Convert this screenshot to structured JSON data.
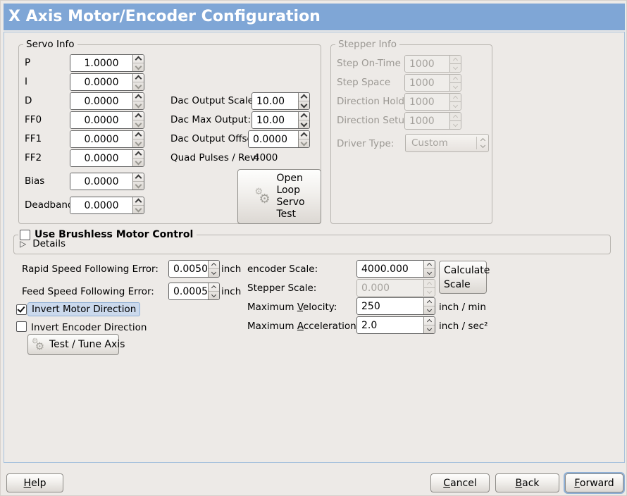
{
  "colors": {
    "titlebar": "#7fa6d6",
    "content_border": "#a6c1dd",
    "window_bg": "#edeae7",
    "focus_highlight_bg": "#cbd9ec",
    "focus_highlight_border": "#8fb0d4",
    "disabled_text": "#9b9893"
  },
  "window": {
    "title": "X Axis Motor/Encoder Configuration"
  },
  "servo": {
    "legend": "Servo Info",
    "rows": [
      {
        "label": "P",
        "value": "1.0000"
      },
      {
        "label": "I",
        "value": "0.0000"
      },
      {
        "label": "D",
        "value": "0.0000"
      },
      {
        "label": "FF0",
        "value": "0.0000"
      },
      {
        "label": "FF1",
        "value": "0.0000"
      },
      {
        "label": "FF2",
        "value": "0.0000"
      },
      {
        "label": "Bias",
        "value": "0.0000"
      },
      {
        "label": "Deadband",
        "value": "0.0000"
      }
    ],
    "dac_rows": [
      {
        "label": "Dac Output Scale:",
        "value": "10.00"
      },
      {
        "label": "Dac Max Output:",
        "value": "10.00"
      },
      {
        "label": "Dac Output Offset:",
        "value": "0.0000"
      }
    ],
    "quad": {
      "label": "Quad Pulses / Rev:",
      "value": "4000"
    },
    "open_loop": {
      "line1": "Open",
      "line2": "Loop",
      "line3": "Servo",
      "line4": "Test"
    }
  },
  "stepper": {
    "legend": "Stepper Info",
    "rows": [
      {
        "label": "Step On-Time",
        "value": "1000"
      },
      {
        "label": "Step Space",
        "value": "1000"
      },
      {
        "label": "Direction Hold",
        "value": "1000"
      },
      {
        "label": "Direction Setup",
        "value": "1000"
      }
    ],
    "driver_type": {
      "label": "Driver Type:",
      "value": "Custom"
    }
  },
  "brushless": {
    "checkbox_label": "Use Brushless Motor Control",
    "expander_label": "Details"
  },
  "errors": {
    "rapid": {
      "label": "Rapid Speed Following Error:",
      "value": "0.0050",
      "unit": "inch"
    },
    "feed": {
      "label": "Feed Speed Following Error:",
      "value": "0.0005",
      "unit": "inch"
    }
  },
  "inverts": {
    "motor": "Invert Motor Direction",
    "encoder": "Invert Encoder Direction"
  },
  "test_button_label": "Test / Tune Axis",
  "scales": {
    "encoder": {
      "label": "encoder Scale:",
      "value": "4000.000"
    },
    "stepper": {
      "label": "Stepper Scale:",
      "value": "0.000"
    },
    "calculate": {
      "line1": "Calculate",
      "line2": "Scale"
    },
    "velocity": {
      "pre": "Maximum ",
      "key": "V",
      "post": "elocity:",
      "value": "250",
      "unit": "inch / min"
    },
    "acceleration": {
      "pre": "Maximum ",
      "key": "A",
      "post": "cceleration:",
      "value": "2.0",
      "unit": "inch / sec²"
    }
  },
  "footer": {
    "help": {
      "key": "H",
      "post": "elp"
    },
    "cancel": {
      "key": "C",
      "post": "ancel"
    },
    "back": {
      "key": "B",
      "post": "ack"
    },
    "forward": {
      "key": "F",
      "post": "orward"
    }
  },
  "icons": {
    "gear": "⚙",
    "expander": "▷"
  }
}
